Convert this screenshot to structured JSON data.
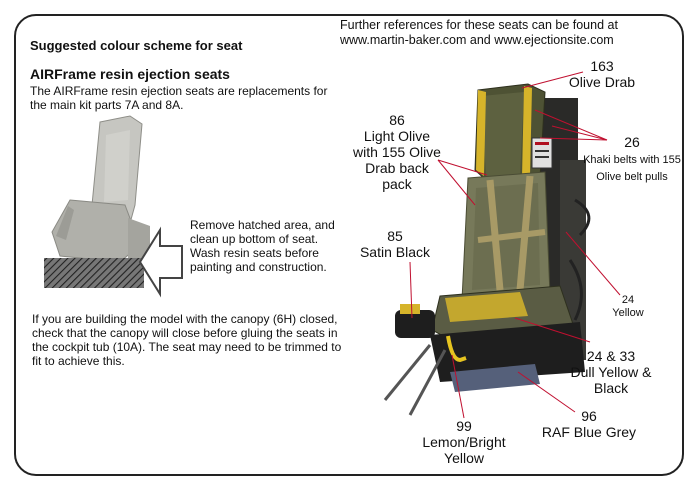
{
  "references": {
    "line1": "Further references for these seats can be found at",
    "line2": "www.martin-baker.com  and  www.ejectionsite.com"
  },
  "heading": "Suggested colour scheme for seat",
  "subheading": "AIRFrame resin ejection seats",
  "intro": "The AIRFrame resin ejection seats are replacements for the main kit parts 7A and 8A.",
  "instruction": "Remove hatched area, and clean up bottom of seat. Wash resin seats before painting and construction.",
  "canopy_note": "If you are building the model with the canopy (6H) closed, check that the canopy will close before gluing the seats in the cockpit tub (10A). The seat may need to be trimmed to fit to achieve this.",
  "callouts": {
    "c163": {
      "num": "163",
      "name": "Olive Drab"
    },
    "c26": {
      "num": "26",
      "name": "Khaki belts with 155 Olive belt pulls"
    },
    "c86": {
      "num": "86",
      "name": "Light Olive with 155 Olive Drab back pack"
    },
    "c85": {
      "num": "85",
      "name": "Satin Black"
    },
    "c24": {
      "num": "24",
      "name": "Yellow"
    },
    "c2433": {
      "num": "24 & 33",
      "name": "Dull Yellow & Black"
    },
    "c96": {
      "num": "96",
      "name": "RAF Blue Grey"
    },
    "c99": {
      "num": "99",
      "name": "Lemon/Bright Yellow"
    }
  },
  "colors": {
    "olive_drab": "#4e5234",
    "light_olive": "#77795a",
    "khaki": "#a89a66",
    "satin_black": "#1e1e1e",
    "yellow": "#d6b42a",
    "blue_grey": "#55607a",
    "leader": "#c01030",
    "resin_grey": "#b7b7b2"
  }
}
